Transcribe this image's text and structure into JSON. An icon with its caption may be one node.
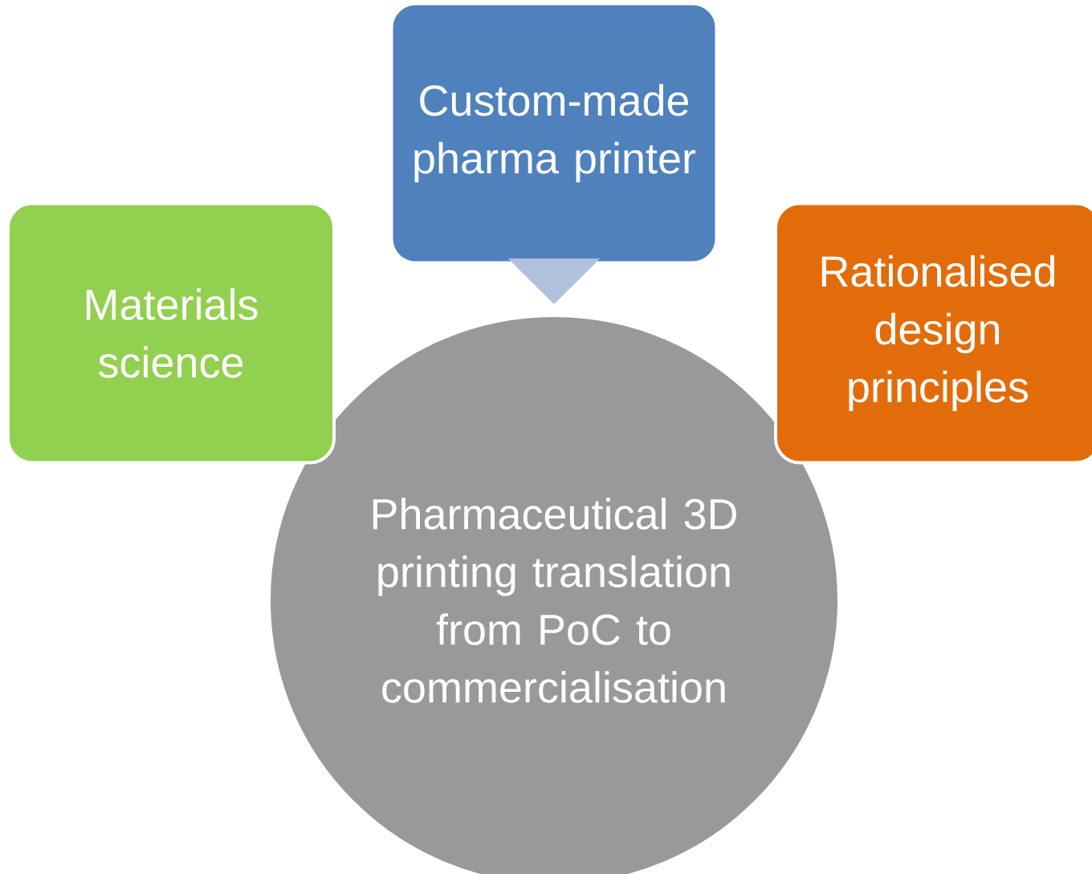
{
  "diagram": {
    "nodes": [
      {
        "text": [
          "Custom-made pharma printer"
        ]
      },
      {
        "text": [
          "Materials science"
        ]
      },
      {
        "text": [
          "Rationalised design principles"
        ]
      },
      {
        "text": [
          "Pharmaceutical 3D printing translation from PoC to commercialisation"
        ]
      }
    ],
    "edges": [
      {
        "from": 0,
        "to": 3,
        "arrow": "to",
        "color": "#b0c1de"
      }
    ]
  }
}
